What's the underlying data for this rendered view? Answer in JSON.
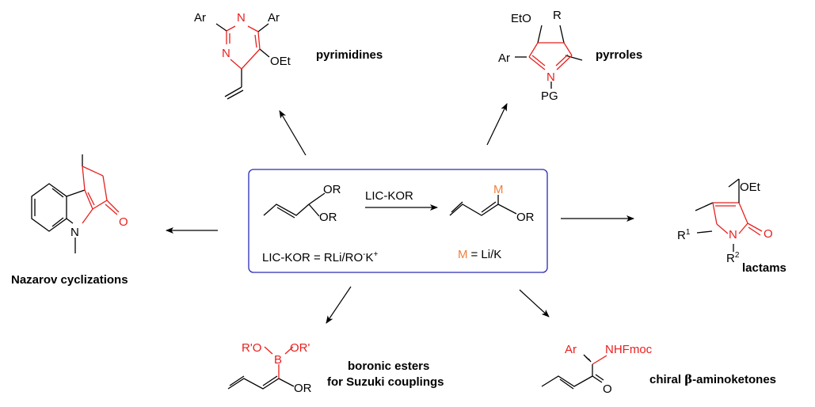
{
  "colors": {
    "highlight_red": "#e8201e",
    "metal_orange": "#f07f3a",
    "box_border": "#2a2ab4",
    "ink": "#000000"
  },
  "center": {
    "reagent_top": [
      "OR",
      "OR"
    ],
    "arrow_label": "LIC-KOR",
    "product_metal": "M",
    "product_or": "OR",
    "definition": {
      "prefix": "LIC-KOR = RLi/RO",
      "sup_minus": "-",
      "k": "K",
      "sup_plus": "+"
    },
    "metal_def": {
      "m": "M",
      "rest": "= Li/K"
    }
  },
  "products": {
    "pyrimidines": {
      "label": "pyrimidines",
      "ar1": "Ar",
      "ar2": "Ar",
      "n1": "N",
      "n2": "N",
      "oet": "OEt"
    },
    "pyrroles": {
      "label": "pyrroles",
      "eto": "EtO",
      "r": "R",
      "ar": "Ar",
      "n": "N",
      "pg": "PG"
    },
    "lactams": {
      "label": "lactams",
      "oet": "OEt",
      "r1": "R",
      "r1_sup": "1",
      "n": "N",
      "o": "O",
      "r2": "R",
      "r2_sup": "2"
    },
    "aminoketones": {
      "label_prefix": "chiral ",
      "beta": "β",
      "label_suffix": "-aminoketones",
      "ar": "Ar",
      "nh": "NHFmoc",
      "o": "O"
    },
    "boronic": {
      "label_line1": "boronic esters",
      "label_line2": "for Suzuki couplings",
      "ro1": "R'O",
      "b": "B",
      "ro2": "OR'",
      "or": "OR"
    },
    "nazarov": {
      "label": "Nazarov cyclizations",
      "n": "N",
      "o": "O"
    }
  }
}
